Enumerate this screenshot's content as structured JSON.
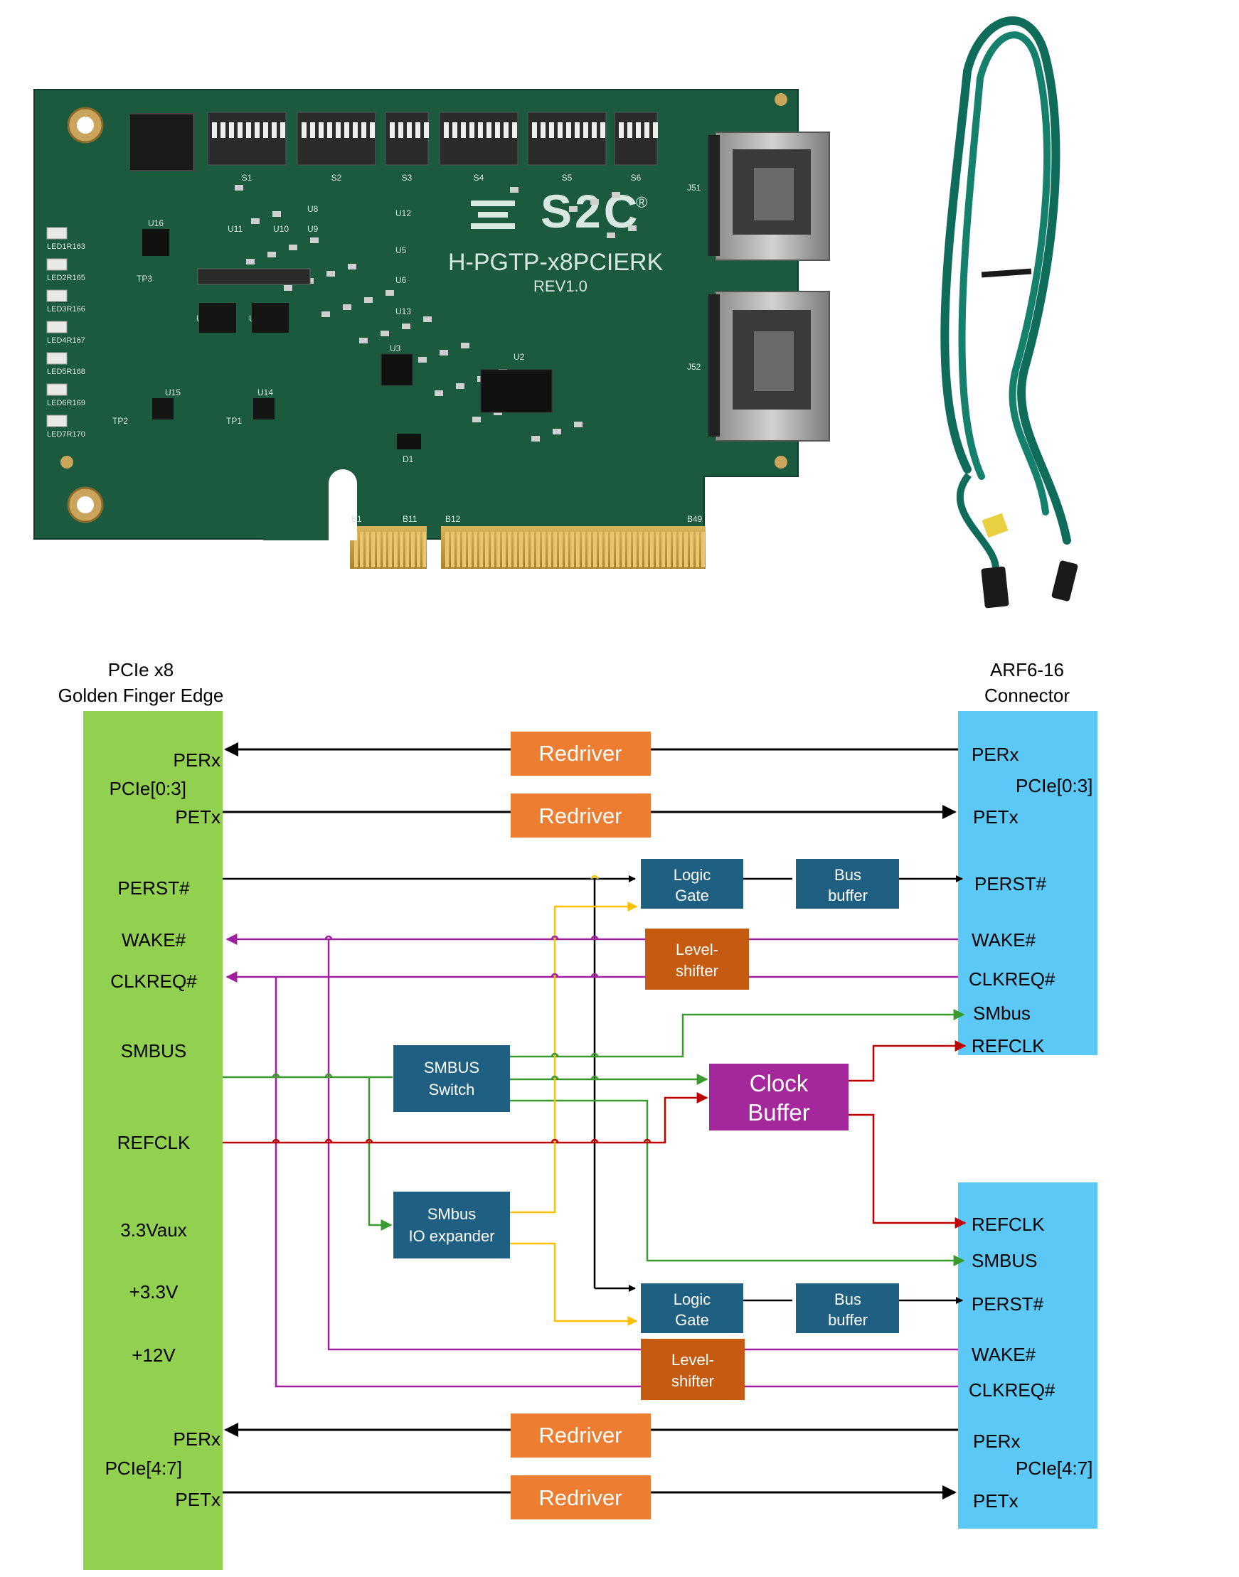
{
  "board": {
    "brand": "S2C",
    "registered_mark": "®",
    "model": "H-PGTP-x8PCIERK",
    "revision": "REV1.0",
    "switch_labels": [
      "S1",
      "S2",
      "S3",
      "S4",
      "S5",
      "S6"
    ],
    "component_labels": [
      "U16",
      "U12",
      "U5",
      "U6",
      "U13",
      "U2",
      "U3",
      "U14",
      "U15",
      "U7",
      "U4",
      "U8",
      "U9",
      "U10",
      "U11",
      "D1",
      "TP1",
      "TP2",
      "TP3",
      "J51",
      "J52"
    ],
    "led_labels": [
      "LED1R163",
      "LED2R165",
      "LED3R166",
      "LED4R167",
      "LED5R168",
      "LED6R169",
      "LED7R170"
    ],
    "edge_labels": [
      "B1",
      "B11",
      "B12",
      "B49"
    ]
  },
  "cable": {},
  "diagram": {
    "left_header": [
      "PCIe x8",
      "Golden Finger Edge"
    ],
    "right_header": [
      "ARF6-16",
      "Connector"
    ],
    "left_labels": {
      "perx_top": "PERx",
      "group_top": "PCIe[0:3]",
      "petx_top": "PETx",
      "perst": "PERST#",
      "wake": "WAKE#",
      "clkreq": "CLKREQ#",
      "smbus": "SMBUS",
      "refclk": "REFCLK",
      "aux": "3.3Vaux",
      "v33": "+3.3V",
      "v12": "+12V",
      "perx_bot": "PERx",
      "group_bot": "PCIe[4:7]",
      "petx_bot": "PETx"
    },
    "right_top_labels": {
      "perx": "PERx",
      "group": "PCIe[0:3]",
      "petx": "PETx",
      "perst": "PERST#",
      "wake": "WAKE#",
      "clkreq": "CLKREQ#",
      "smbus": "SMbus",
      "refclk": "REFCLK"
    },
    "right_bot_labels": {
      "refclk": "REFCLK",
      "smbus": "SMBUS",
      "perst": "PERST#",
      "wake": "WAKE#",
      "clkreq": "CLKREQ#",
      "perx": "PERx",
      "group": "PCIe[4:7]",
      "petx": "PETx"
    },
    "blocks": {
      "redriver_1": "Redriver",
      "redriver_2": "Redriver",
      "redriver_3": "Redriver",
      "redriver_4": "Redriver",
      "logic_gate_top": [
        "Logic",
        "Gate"
      ],
      "bus_buffer_top": [
        "Bus",
        "buffer"
      ],
      "level_shifter_top": [
        "Level-",
        "shifter"
      ],
      "smbus_switch": [
        "SMBUS",
        "Switch"
      ],
      "clock_buffer": [
        "Clock",
        "Buffer"
      ],
      "io_expander": [
        "SMbus",
        "IO expander"
      ],
      "logic_gate_bot": [
        "Logic",
        "Gate"
      ],
      "bus_buffer_bot": [
        "Bus",
        "buffer"
      ],
      "level_shifter_bot": [
        "Level-",
        "shifter"
      ]
    },
    "colors": {
      "left_bar": "#92d050",
      "right_bar": "#5bc8f5",
      "redriver": "#ed7d31",
      "logic": "#1f5f82",
      "level_shifter": "#c55a11",
      "clock_buffer": "#a4279c",
      "wire_black": "#000000",
      "wire_purple": "#a020a0",
      "wire_green": "#3a9a2e",
      "wire_red": "#c00000",
      "wire_yellow": "#ffc000"
    }
  }
}
